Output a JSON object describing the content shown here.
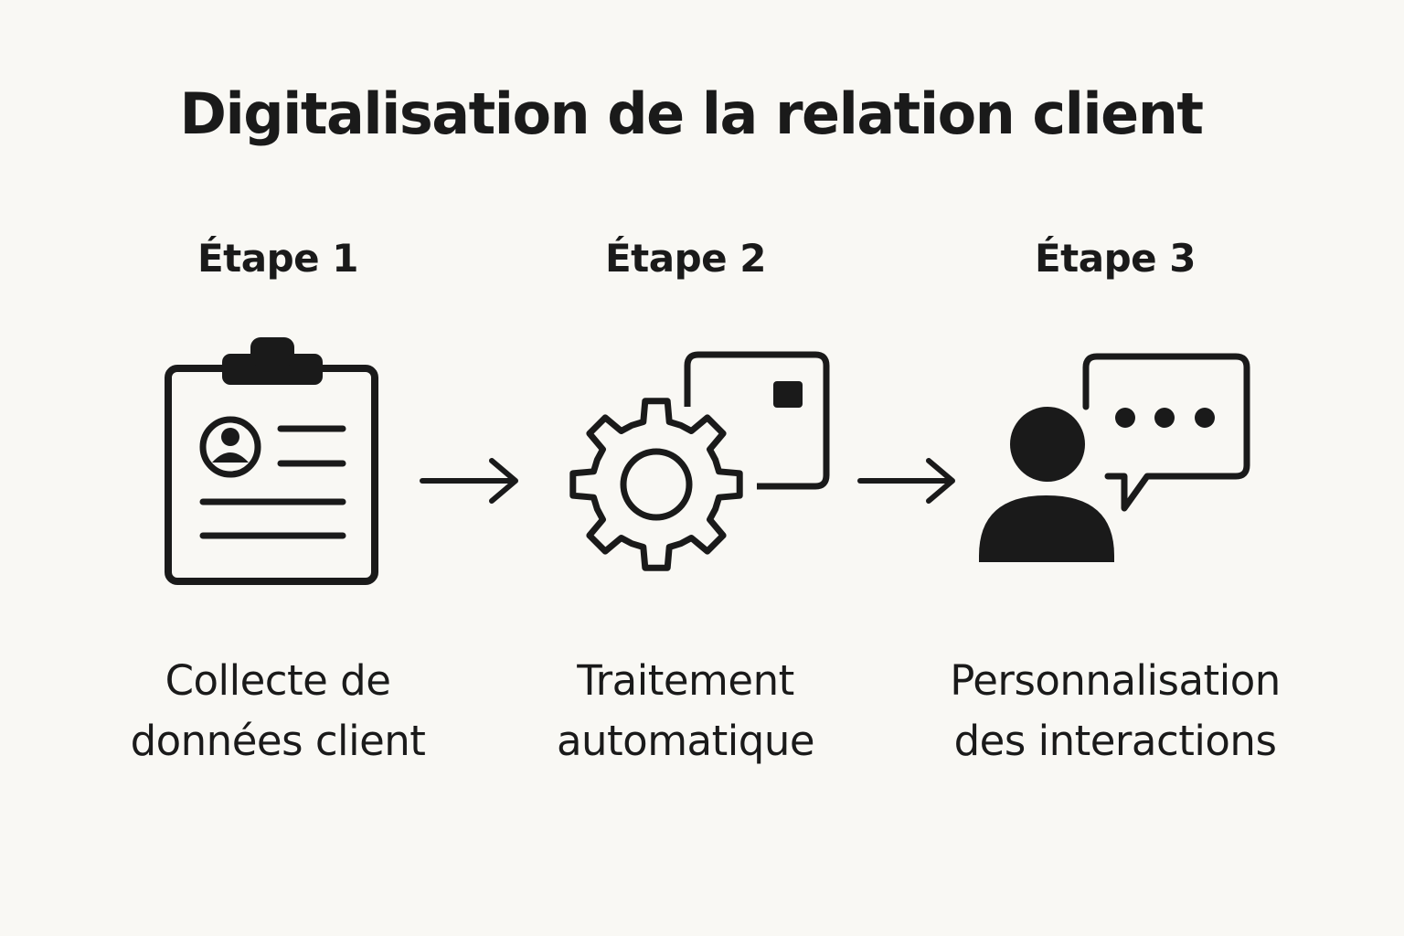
{
  "title": "Digitalisation de la relation client",
  "steps": [
    {
      "label": "Étape 1",
      "lines": [
        "Collecte de",
        "données client"
      ],
      "icon": "clipboard-profile-icon"
    },
    {
      "label": "Étape 2",
      "lines": [
        "Traitement",
        "automatique"
      ],
      "icon": "gear-window-icon"
    },
    {
      "label": "Étape 3",
      "lines": [
        "Personnalisation",
        "des interactions"
      ],
      "icon": "user-chat-icon"
    }
  ],
  "connectors": [
    "arrow-right-icon",
    "arrow-right-icon"
  ],
  "colors": {
    "background": "#f9f8f4",
    "ink": "#1a1a1a"
  }
}
